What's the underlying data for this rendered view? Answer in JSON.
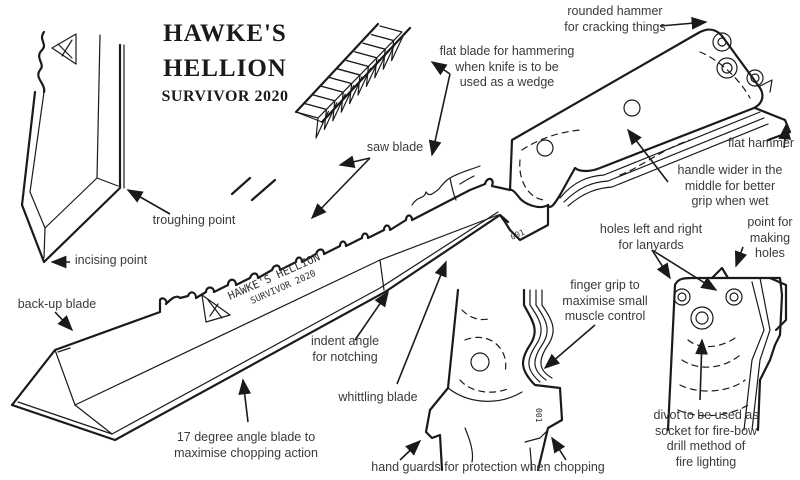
{
  "title": {
    "line1": "HAWKE'S",
    "line2": "HELLION",
    "line3": "SURVIVOR 2020"
  },
  "blade_etching": {
    "name": "HAWKE'S HELLION",
    "model": "SURVIVOR 2020",
    "serial": "001"
  },
  "labels": {
    "rounded_hammer": [
      "rounded hammer",
      "for cracking things"
    ],
    "flat_blade": [
      "flat blade for hammering",
      "when knife is to be",
      "used as a wedge"
    ],
    "saw_blade": [
      "saw blade"
    ],
    "flat_hammer": [
      "flat hammer"
    ],
    "handle_wider": [
      "handle wider in the",
      "middle for better",
      "grip when wet"
    ],
    "troughing_point": [
      "troughing point"
    ],
    "incising_point": [
      "incising point"
    ],
    "holes_lanyards": [
      "holes left and right",
      "for lanyards"
    ],
    "point_holes": [
      "point for",
      "making",
      "holes"
    ],
    "back_up_blade": [
      "back-up blade"
    ],
    "finger_grip": [
      "finger grip to",
      "maximise small",
      "muscle control"
    ],
    "indent_angle": [
      "indent angle",
      "for notching"
    ],
    "whittling_blade": [
      "whittling blade"
    ],
    "divot": [
      "divot to be used as",
      "socket for fire-bow",
      "drill method of",
      "fire lighting"
    ],
    "degree_blade": [
      "17 degree angle blade to",
      "maximise chopping action"
    ],
    "hand_guards": [
      "hand guards for protection when chopping"
    ]
  },
  "colors": {
    "ink": "#1a1a1a",
    "label_text": "#3a3a3a",
    "background": "#ffffff"
  }
}
